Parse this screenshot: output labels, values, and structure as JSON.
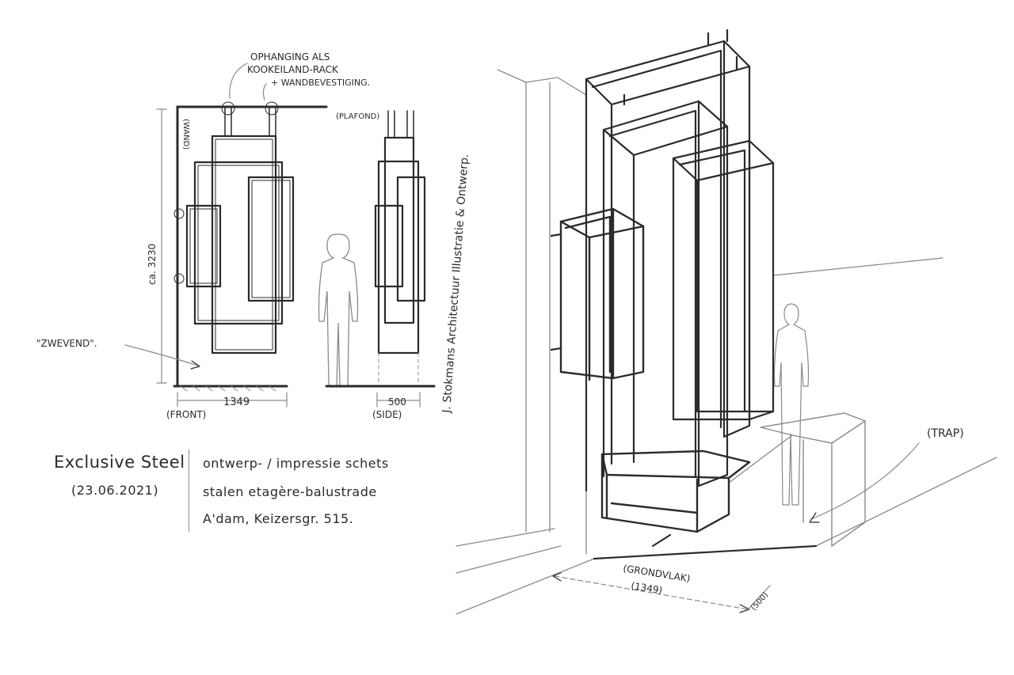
{
  "annotations": {
    "suspension_1": "OPHANGING ALS",
    "suspension_2": "KOOKEILAND-RACK",
    "wall_fixing": "+ WANDBEVESTIGING.",
    "wall": "(WAND)",
    "ceiling": "(PLAFOND)",
    "height": "ca. 3230",
    "floating": "\"ZWEVEND\".",
    "width_front": "1349",
    "front": "(FRONT)",
    "depth_side": "500",
    "side": "(SIDE)",
    "credit": "J. Stokmans Architectuur Illustratie & Ontwerp.",
    "stair": "(TRAP)",
    "floor_plan": "(GRONDVLAK)",
    "floor_width": "(1349)",
    "floor_depth": "(500)"
  },
  "title_block": {
    "client": "Exclusive Steel",
    "date": "(23.06.2021)",
    "line1": "ontwerp- / impressie schets",
    "line2": "stalen etagère-balustrade",
    "line3": "A'dam, Keizersgr. 515."
  },
  "colors": {
    "ink": "#2b2b2b",
    "pencil": "#8a8a8a",
    "paper": "#ffffff"
  }
}
